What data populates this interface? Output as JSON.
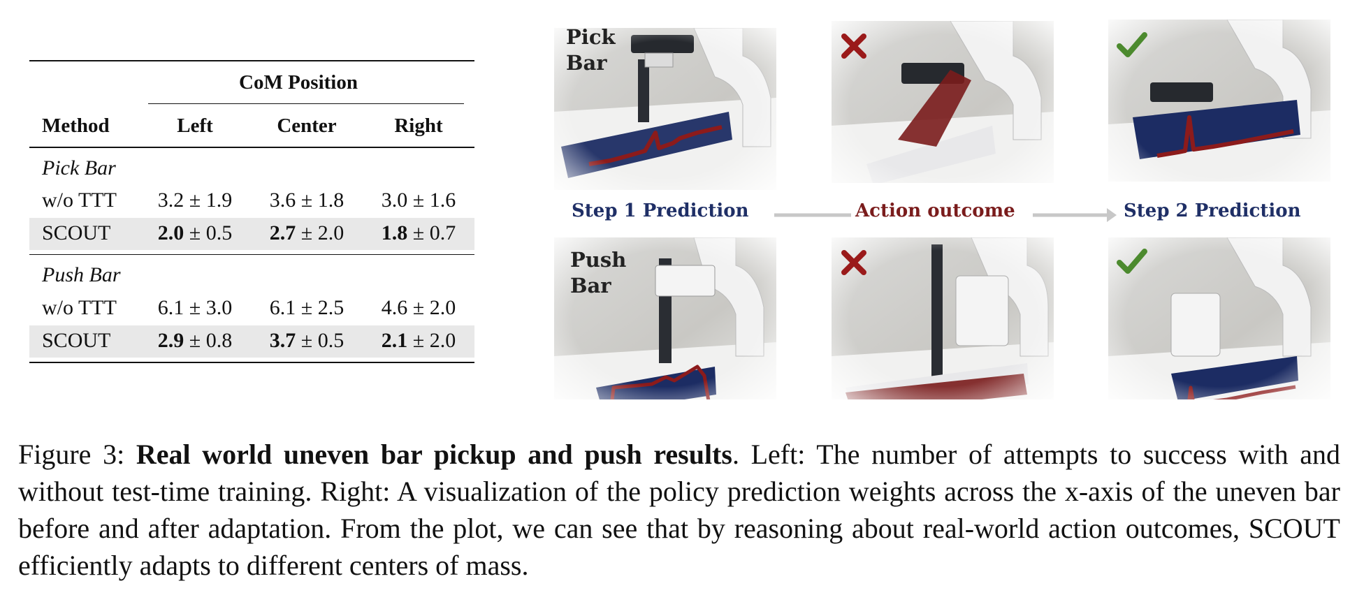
{
  "table": {
    "group_header": "CoM Position",
    "columns": [
      "Method",
      "Left",
      "Center",
      "Right"
    ],
    "sections": [
      {
        "name": "Pick Bar",
        "rows": [
          {
            "method": "w/o TTT",
            "values": [
              [
                "3.2",
                " ± 1.9"
              ],
              [
                "3.6",
                " ± 1.8"
              ],
              [
                "3.0",
                " ± 1.6"
              ]
            ],
            "bold": false
          },
          {
            "method": "SCOUT",
            "values": [
              [
                "2.0",
                " ± 0.5"
              ],
              [
                "2.7",
                " ± 2.0"
              ],
              [
                "1.8",
                " ± 0.7"
              ]
            ],
            "bold": true
          }
        ]
      },
      {
        "name": "Push Bar",
        "rows": [
          {
            "method": "w/o TTT",
            "values": [
              [
                "6.1",
                " ± 3.0"
              ],
              [
                "6.1",
                " ± 2.5"
              ],
              [
                "4.6",
                " ± 2.0"
              ]
            ],
            "bold": false
          },
          {
            "method": "SCOUT",
            "values": [
              [
                "2.9",
                " ± 0.8"
              ],
              [
                "3.7",
                " ± 0.5"
              ],
              [
                "2.1",
                " ± 2.0"
              ]
            ],
            "bold": true
          }
        ]
      }
    ]
  },
  "figure": {
    "row_labels": {
      "pick": [
        "Pick",
        "Bar"
      ],
      "push": [
        "Push",
        "Bar"
      ]
    },
    "step_labels": {
      "step1": "Step 1 Prediction",
      "outcome": "Action outcome",
      "step2": "Step 2 Prediction"
    },
    "colors": {
      "navy": "#1f2f66",
      "dark_red": "#7a1c1c",
      "check_green": "#4c8a2e",
      "cross_red": "#9a1a1a",
      "arrow_gray": "#c7c7c7"
    },
    "icons": [
      "cross-icon",
      "check-icon"
    ]
  },
  "caption": {
    "prefix": "Figure 3: ",
    "bold": "Real world uneven bar pickup and push results",
    "rest": ". Left: The number of attempts to success with and without test-time training. Right: A visualization of the policy prediction weights across the x-axis of the uneven bar before and after adaptation. From the plot, we can see that by reasoning about real-world action outcomes, SCOUT efficiently adapts to different centers of mass."
  }
}
